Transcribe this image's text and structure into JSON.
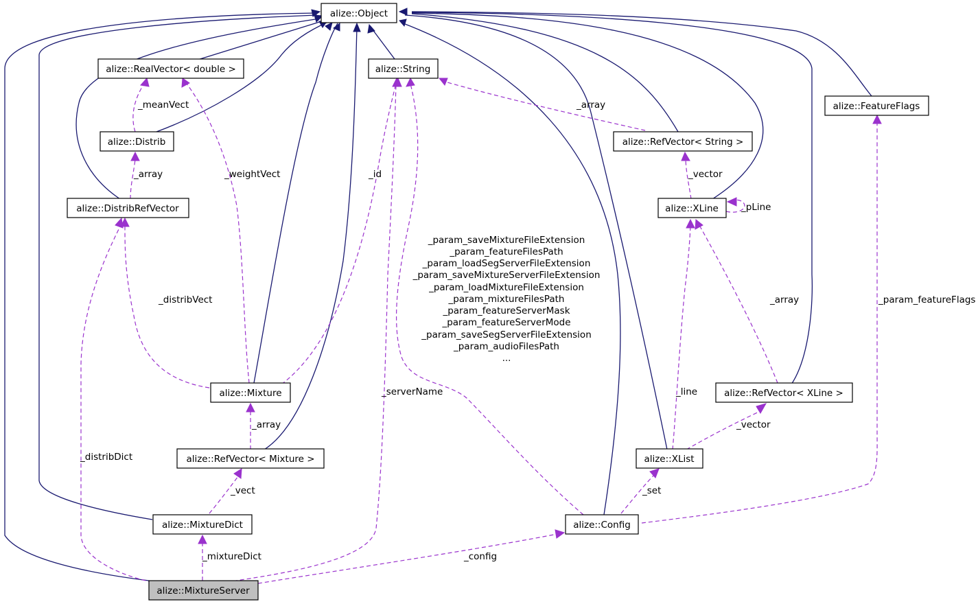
{
  "nodes": {
    "object": "alize::Object",
    "realvector": "alize::RealVector< double >",
    "string": "alize::String",
    "featureflags": "alize::FeatureFlags",
    "distrib": "alize::Distrib",
    "refvector_string": "alize::RefVector< String >",
    "distribrefvector": "alize::DistribRefVector",
    "xline": "alize::XLine",
    "mixture": "alize::Mixture",
    "refvector_xline": "alize::RefVector< XLine >",
    "refvector_mixture": "alize::RefVector< Mixture >",
    "xlist": "alize::XList",
    "mixturedict": "alize::MixtureDict",
    "config": "alize::Config",
    "mixtureserver": "alize::MixtureServer"
  },
  "edge_labels": {
    "meanvect": "_meanVect",
    "array_distrib": "_array",
    "weightvect": "_weightVect",
    "id": "_id",
    "array_refvector_string": "_array",
    "vector_refvector_string": "_vector",
    "pline": "_pLine",
    "distribvect": "_distribVect",
    "array_xline": "_array",
    "param_featureflags": "_param_featureFlags",
    "line": "_line",
    "array_mixture": "_array",
    "vector_xline": "_vector",
    "servername": "_serverName",
    "distribdict": "_distribDict",
    "vect": "_vect",
    "set": "_set",
    "mixturedict": "_mixtureDict",
    "config": "_config"
  },
  "config_params": [
    "_param_saveMixtureFileExtension",
    "_param_featureFilesPath",
    "_param_loadSegServerFileExtension",
    "_param_saveMixtureServerFileExtension",
    "_param_loadMixtureFileExtension",
    "_param_mixtureFilesPath",
    "_param_featureServerMask",
    "_param_featureServerMode",
    "_param_saveSegServerFileExtension",
    "_param_audioFilesPath",
    "..."
  ],
  "colors": {
    "inheritance": "#191970",
    "usage": "#9a32cd",
    "highlight": "#bfbfbf"
  }
}
